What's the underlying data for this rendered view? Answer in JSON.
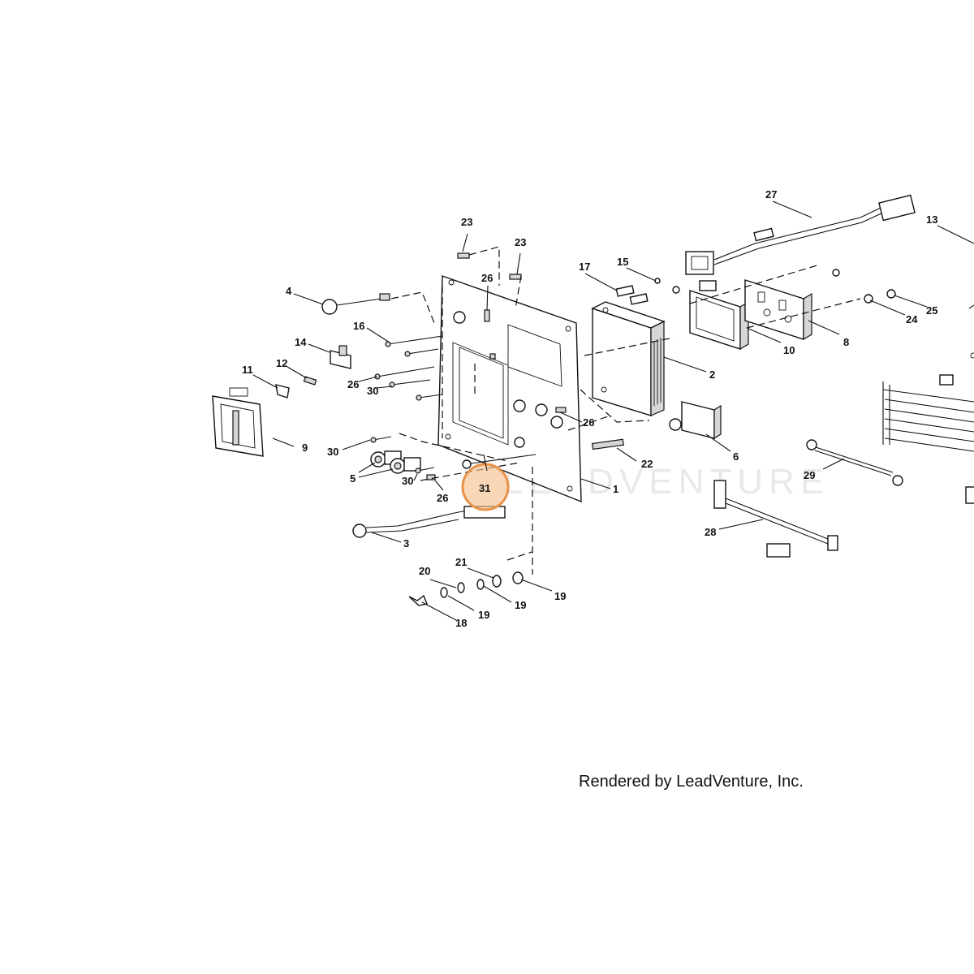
{
  "watermark": "LEADVENTURE",
  "credit": "Rendered by LeadVenture, Inc.",
  "highlight": {
    "label": "31",
    "color": "#e8924a",
    "fill": "#f4c08f"
  },
  "callouts": {
    "c1": "1",
    "c2": "2",
    "c3": "3",
    "c4": "4",
    "c5": "5",
    "c6": "6",
    "c8": "8",
    "c9": "9",
    "c10": "10",
    "c11": "11",
    "c12": "12",
    "c13": "13",
    "c14": "14",
    "c15": "15",
    "c16": "16",
    "c17": "17",
    "c18": "18",
    "c19a": "19",
    "c19b": "19",
    "c19c": "19",
    "c20": "20",
    "c21": "21",
    "c22": "22",
    "c23a": "23",
    "c23b": "23",
    "c24": "24",
    "c25": "25",
    "c26a": "26",
    "c26b": "26",
    "c26c": "26",
    "c26d": "26",
    "c27": "27",
    "c28": "28",
    "c29": "29",
    "c30a": "30",
    "c30b": "30",
    "c30c": "30"
  }
}
